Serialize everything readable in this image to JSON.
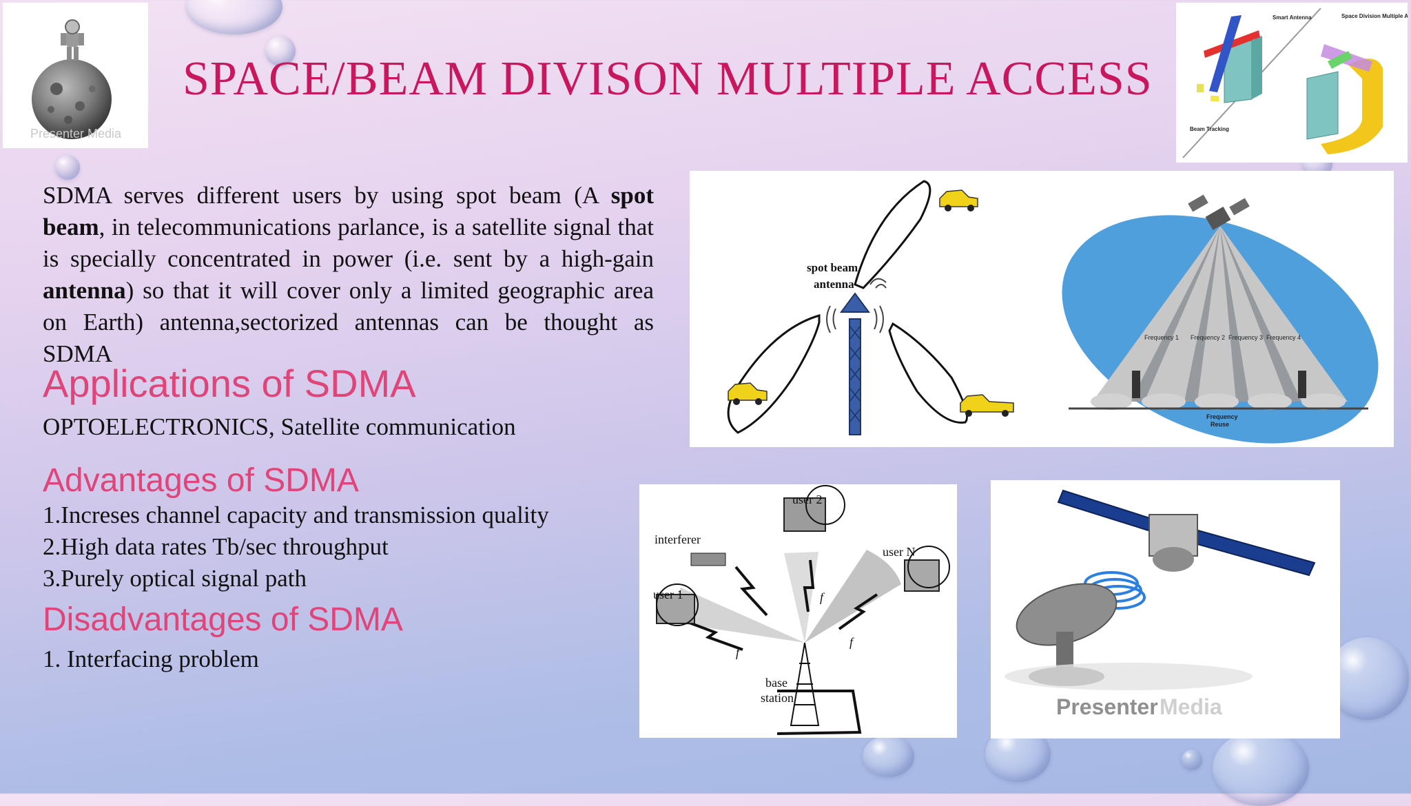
{
  "title": "SPACE/BEAM DIVISON MULTIPLE ACCESS",
  "intro": {
    "part1": "SDMA serves different users by using spot beam (A ",
    "bold1": "spot beam",
    "part2": ", in telecommunications parlance, is a satellite signal that is specially concentrated in power (i.e. sent by a high-gain ",
    "bold2": "antenna",
    "part3": ") so that it will cover only a limited geographic area on Earth) antenna,sectorized antennas can be thought as SDMA"
  },
  "applications": {
    "heading": "Applications of SDMA",
    "text": "OPTOELECTRONICS, Satellite communication"
  },
  "advantages": {
    "heading": "Advantages of SDMA",
    "items": [
      "1.Increses channel capacity and transmission quality",
      "2.High data rates Tb/sec throughput",
      "3.Purely optical signal path"
    ]
  },
  "disadvantages": {
    "heading": "Disadvantages of SDMA",
    "items": [
      "1. Interfacing problem"
    ]
  },
  "spot_beam_figure": {
    "antenna_label_line1": "spot beam",
    "antenna_label_line2": "antenna",
    "freq_labels": [
      "Frequency\n1",
      "Frequency\n2",
      "Frequency\n3",
      "Frequency\n4"
    ],
    "reuse_label_line1": "Frequency",
    "reuse_label_line2": "Reuse"
  },
  "cell_figure": {
    "user2": "user 2",
    "interferer": "interferer",
    "user1": "user 1",
    "userN": "user N",
    "f1": "f",
    "base_line1": "base",
    "base_line2": "station"
  },
  "satellite_figure": {
    "watermark_a": "Presenter",
    "watermark_b": "Media"
  },
  "logo": {
    "watermark": "Presenter Media"
  },
  "topright_figure": {
    "labels": [
      "Smart Antenna",
      "Space Division Multiple Access (SDMA)",
      "Beam Tracking"
    ]
  },
  "colors": {
    "title": "#c8175d",
    "heading": "#e0457a",
    "body": "#111111"
  }
}
